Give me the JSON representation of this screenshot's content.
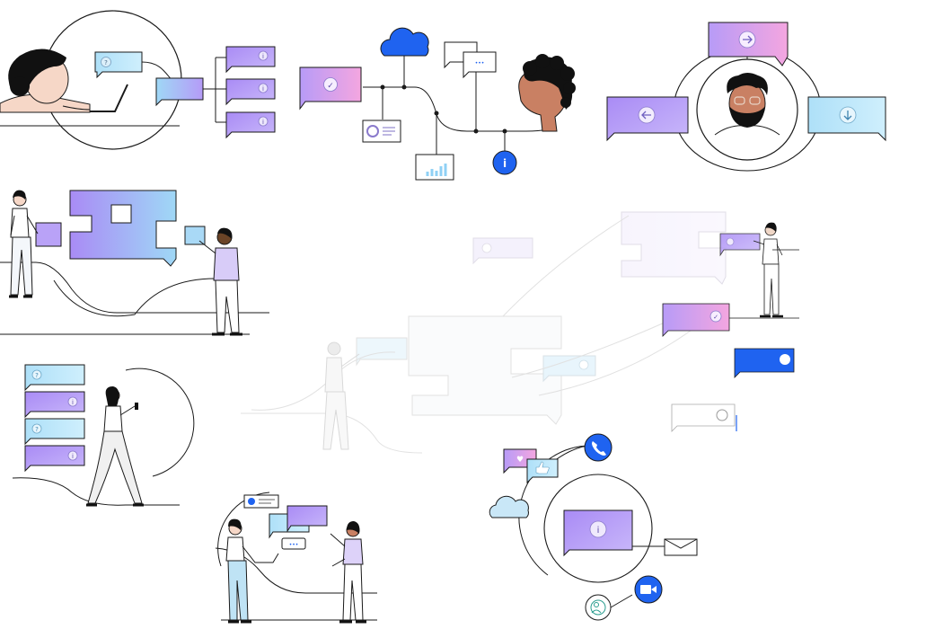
{
  "scene": {
    "panels": [
      "laptop-user-chat",
      "cloud-network-flow",
      "avatar-direction-hub",
      "puzzle-collaboration",
      "faded-collaboration-center",
      "walking-phone-user",
      "two-person-conversation",
      "omnichannel-hub"
    ]
  },
  "icons": {
    "info": "i",
    "help": "?",
    "check": "✓",
    "heart": "♥",
    "ellipsis": "•••"
  },
  "colors": {
    "ink": "#1a1a1a",
    "accent_blue": "#0f62fe",
    "bubble_purple": "#a98bf5",
    "bubble_blue": "#8fd0f5",
    "skin_light": "#f6d7c7",
    "skin_medium": "#c98063",
    "skin_dark": "#6b4427",
    "toggle_on": "#1f63f0"
  }
}
